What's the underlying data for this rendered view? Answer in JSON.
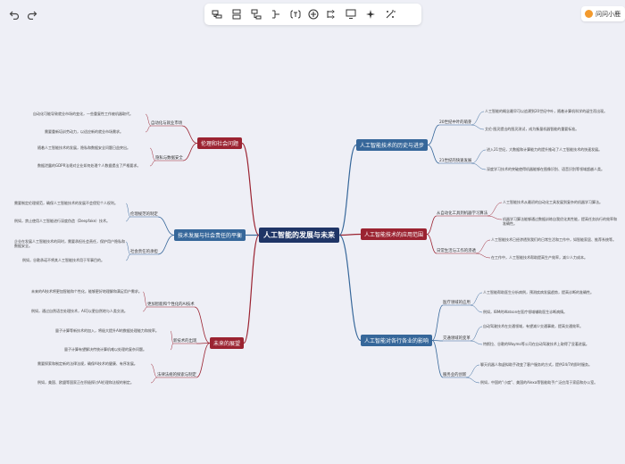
{
  "toolbar": {
    "undo_icon": "undo-icon",
    "redo_icon": "redo-icon",
    "tools": [
      "insert-topic-icon",
      "insert-subtopic-icon",
      "insert-parent-icon",
      "summary-icon",
      "boundary-icon",
      "add-icon",
      "relationship-icon",
      "layout-icon",
      "ai-sparkle-icon",
      "magic-wand-icon"
    ],
    "ask_label": "问问小鹿"
  },
  "colors": {
    "root": "#1f3566",
    "blue_topic": "#36679a",
    "red_topic": "#9b2331",
    "line_blue": "#36679a",
    "line_red": "#9b2331",
    "background": "#eeeff6"
  },
  "mindmap": {
    "root": "人工智能的发展与未来",
    "topics": {
      "t1": {
        "label": "人工智能技术的历史与进步",
        "subs": [
          {
            "label": "20世纪中叶的萌芽",
            "leaves": [
              "人工智能的概念最早可以追溯到20世纪中叶，随着计算机科学的诞生而出现。",
              "艾伦·图灵提出的图灵测试，成为衡量机器智能的重要标准。"
            ]
          },
          {
            "label": "21世纪的快速发展",
            "leaves": [
              "进入21世纪，大数据和计算能力的提升推动了人工智能技术的快速发展。",
              "深度学习技术的突破使得机器能够在图像识别、语音识别等领域超越人类。"
            ]
          }
        ]
      },
      "t2": {
        "label": "人工智能技术的应用范围",
        "subs": [
          {
            "label": "从自动化工具到机器学习算法",
            "leaves": [
              "人工智能技术从最初的自动化工具发展到复杂的机器学习算法。",
              "机器学习算法能够通过数据训练自我优化其性能，提高任务执行的效率和准确性。"
            ]
          },
          {
            "label": "日常生活与工作的渗透",
            "leaves": [
              "人工智能技术已经渗透到我们的日常生活和工作中，如智能家居、推荐系统等。",
              "在工作中，人工智能技术帮助提高生产效率，减少人力成本。"
            ]
          }
        ]
      },
      "t3": {
        "label": "人工智能对各行各业的影响",
        "subs": [
          {
            "label": "医疗领域的应用",
            "leaves": [
              "人工智能帮助医生分析病例，预测疾病发展趋势，提高诊断的准确性。",
              "例如，IBM的Watson在医疗领域辅助医生诊断病情。"
            ]
          },
          {
            "label": "交通领域的变革",
            "leaves": [
              "自动驾驶技术在交通领域，有望减少交通事故，提高交通效率。",
              "特斯拉、谷歌的Waymo等公司在自动驾驶技术上取得了显著进展。"
            ]
          },
          {
            "label": "服务业的创新",
            "leaves": [
              "聊天机器人和虚拟助手改变了客户服务的方式，提供24/7的即时服务。",
              "例如，中国的“小度”、美国的Alexa等智能助手广泛应用于家庭和办公室。"
            ]
          }
        ]
      },
      "t4": {
        "label": "伦理和社会问题",
        "subs": [
          {
            "label": "自动化与就业市场",
            "leaves": [
              "自动化可能导致就业市场的变化，一些重复性工作被机器取代。",
              "需要重新培训劳动力，以适应新的就业市场需求。"
            ]
          },
          {
            "label": "隐私与数据安全",
            "leaves": [
              "随着人工智能技术的发展，隐私和数据安全问题日益突出。",
              "数据泄露的GDPR法规对企业如何处理个人数据提出了严格要求。"
            ]
          }
        ]
      },
      "t5": {
        "label": "技术发展与社会责任的平衡",
        "subs": [
          {
            "label": "伦理规范的制定",
            "leaves": [
              "需要制定伦理规范，确保人工智能技术的发展不会侵犯个人权利。",
              "例如，禁止使用人工智能进行深度伪造（Deepfake）技术。"
            ]
          },
          {
            "label": "社会责任的承担",
            "leaves": [
              "企业在发展人工智能技术的同时，需要承担社会责任，保护用户隐私和数据安全。",
              "例如，谷歌承诺不将其人工智能技术用于军事目的。"
            ]
          }
        ]
      },
      "t6": {
        "label": "未来的展望",
        "subs": [
          {
            "label": "更加智能和个性化的AI技术",
            "leaves": [
              "未来的AI技术将更加智能和个性化，能够更好地理解和满足用户需求。",
              "例如，通过自然语言处理技术，AI可以更自然地与人类交流。"
            ]
          },
          {
            "label": "新技术的出现",
            "leaves": [
              "量子计算等新技术的加入，将极大提升AI的数据处理能力和效率。",
              "量子计算有望解决传统计算机难以处理的复杂问题。"
            ]
          },
          {
            "label": "法律法规的探索与制定",
            "leaves": [
              "需要探索和制定新的法律法规，确保AI技术的健康、有序发展。",
              "例如，美国、欧盟等国家正在积极探讨AI伦理和法规的制定。"
            ]
          }
        ]
      }
    }
  }
}
